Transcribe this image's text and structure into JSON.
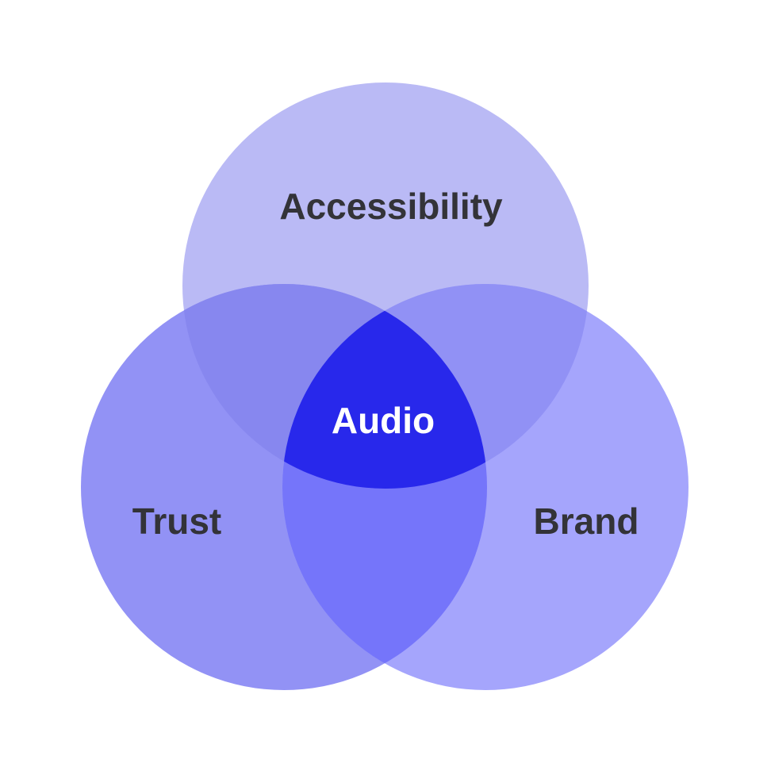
{
  "diagram": {
    "type": "venn",
    "sets": [
      {
        "id": "accessibility",
        "label": "Accessibility",
        "color": "#BABAF5"
      },
      {
        "id": "trust",
        "label": "Trust",
        "color": "#9292F5"
      },
      {
        "id": "brand",
        "label": "Brand",
        "color": "#A5A5FC"
      }
    ],
    "regions": {
      "accessibility_trust": {
        "color": "#8787EF"
      },
      "accessibility_brand": {
        "color": "#9191F5"
      },
      "trust_brand": {
        "color": "#7575FA"
      }
    },
    "center": {
      "label": "Audio",
      "color": "#2828EB"
    },
    "text_colors": {
      "set_label": "#333338",
      "center_label": "#FFFFFF"
    }
  }
}
